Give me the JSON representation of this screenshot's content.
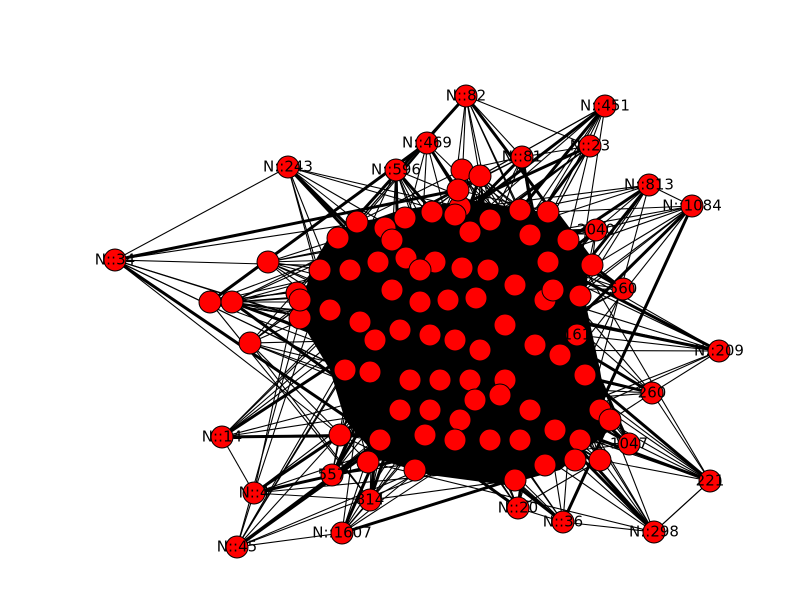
{
  "graph": {
    "node_color": "#ff0000",
    "edge_color": "#000000",
    "labeled_nodes": [
      {
        "id": "n82",
        "label": "N::82"
      },
      {
        "id": "n451",
        "label": "N::451"
      },
      {
        "id": "n469",
        "label": "N::469"
      },
      {
        "id": "n23",
        "label": "N::23"
      },
      {
        "id": "n81",
        "label": "N::81"
      },
      {
        "id": "n596",
        "label": "N::596"
      },
      {
        "id": "n243",
        "label": "N::243"
      },
      {
        "id": "n813",
        "label": "N::813"
      },
      {
        "id": "n1084",
        "label": "N::1084"
      },
      {
        "id": "n34",
        "label": "N::34"
      },
      {
        "id": "n2040",
        "label": "2040"
      },
      {
        "id": "n560",
        "label": "560"
      },
      {
        "id": "n161",
        "label": "161"
      },
      {
        "id": "n209",
        "label": "N::209"
      },
      {
        "id": "n260",
        "label": "260"
      },
      {
        "id": "n221",
        "label": "221"
      },
      {
        "id": "n298",
        "label": "N::298"
      },
      {
        "id": "n36",
        "label": "N::36"
      },
      {
        "id": "n1607",
        "label": "N::1607"
      },
      {
        "id": "n45",
        "label": "N::45"
      },
      {
        "id": "n4",
        "label": "N::4"
      },
      {
        "id": "n14",
        "label": "N::14"
      },
      {
        "id": "n814",
        "label": "814"
      },
      {
        "id": "n1047",
        "label": "1047"
      },
      {
        "id": "n557",
        "label": "557"
      },
      {
        "id": "n20",
        "label": "N::20"
      }
    ]
  }
}
